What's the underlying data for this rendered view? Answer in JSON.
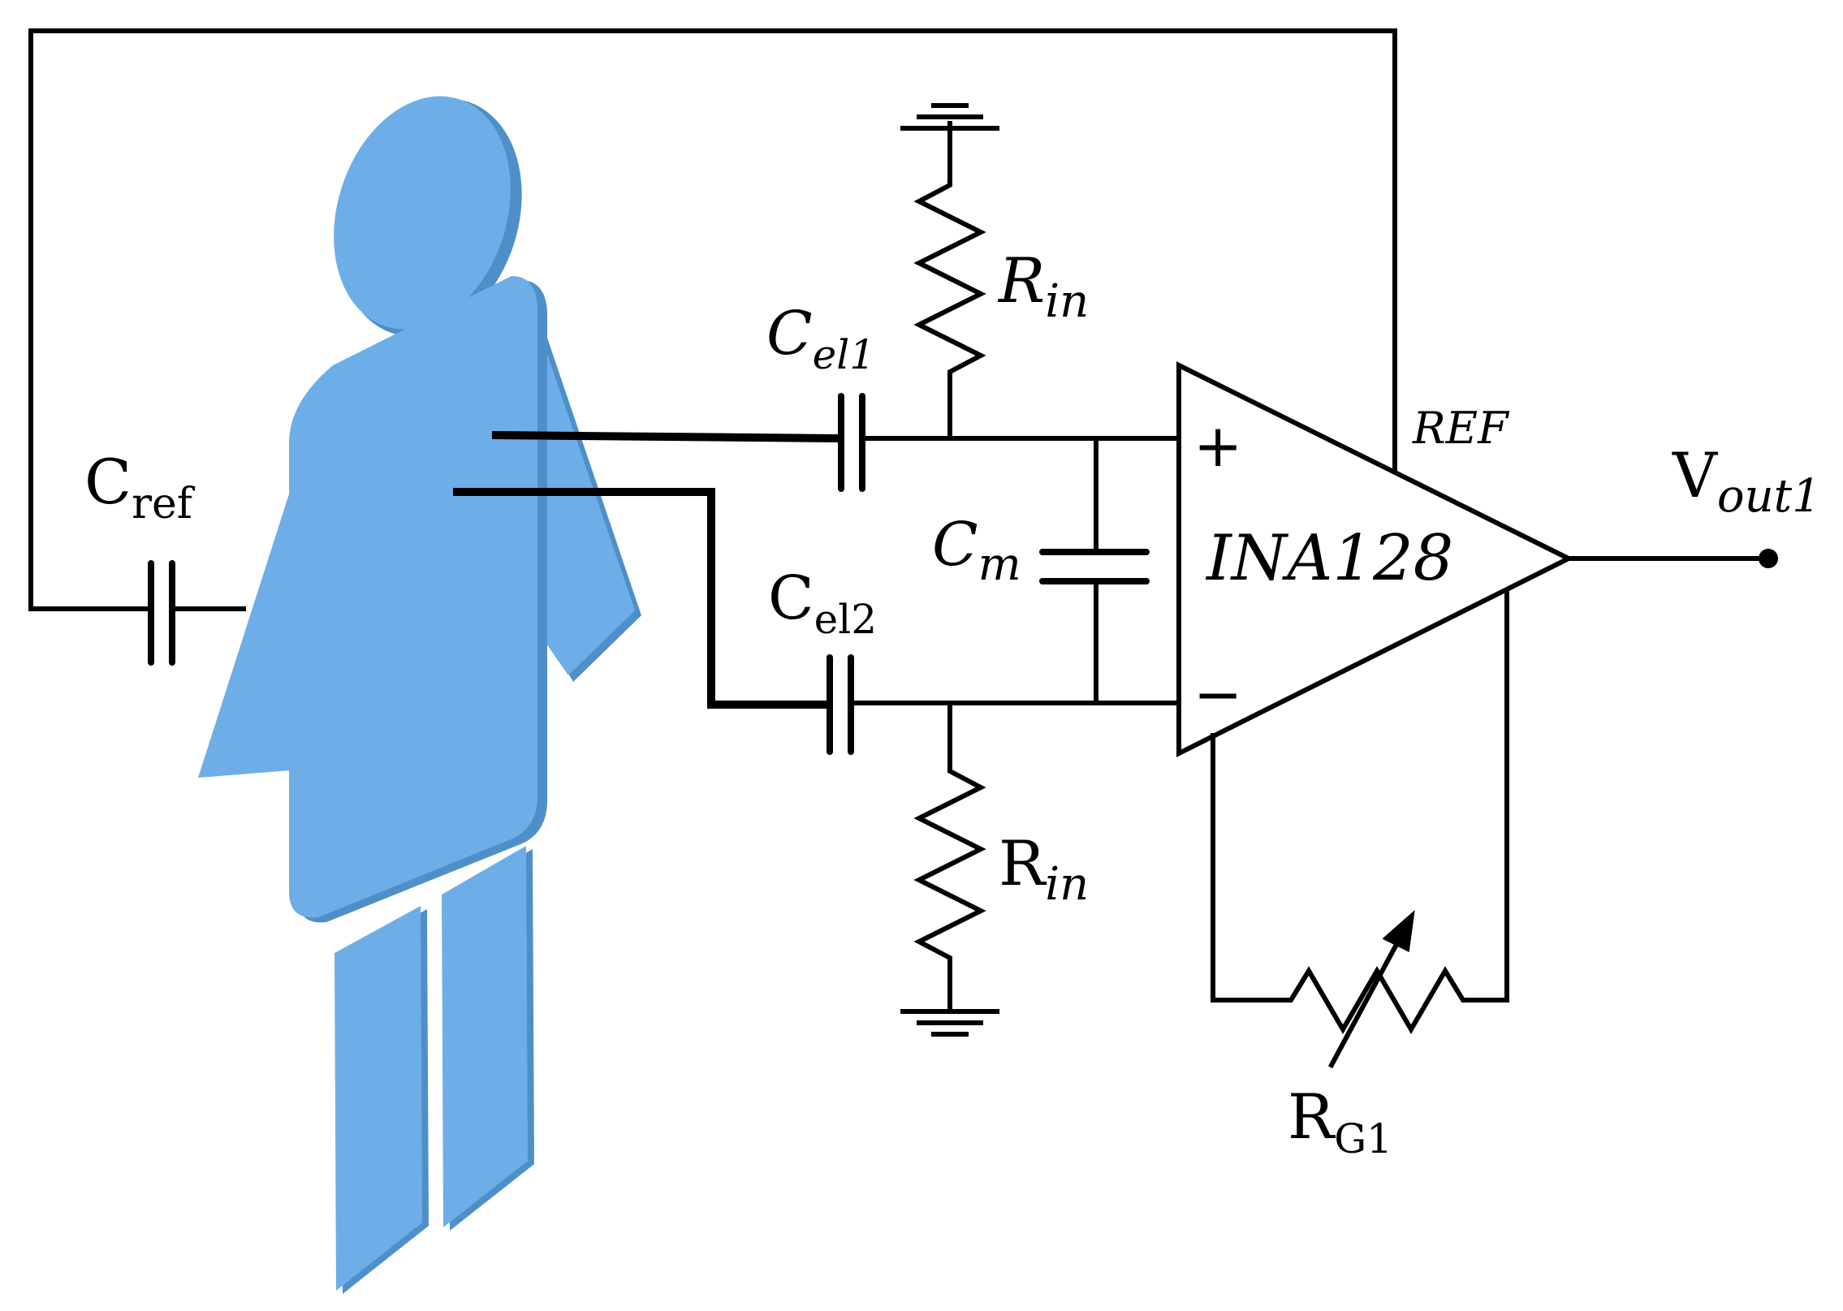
{
  "labels": {
    "c_ref": {
      "main": "C",
      "sub": "ref"
    },
    "c_el1": {
      "main": "C",
      "sub": "el1"
    },
    "c_el2": {
      "main": "C",
      "sub": "el2"
    },
    "r_in_top": {
      "main": "R",
      "sub": "in"
    },
    "r_in_bottom": {
      "main": "R",
      "sub": "in"
    },
    "c_m": {
      "main": "C",
      "sub": "m"
    },
    "r_g1": {
      "main": "R",
      "sub": "G1"
    },
    "v_out1": {
      "main": "V",
      "sub": "out1"
    },
    "ref_pin": "REF",
    "amplifier": "INA128",
    "plus_input": "+",
    "minus_input": "−"
  },
  "colors": {
    "body": "#6daee8",
    "body_shadow": "#4f8fc9",
    "wire": "#000000"
  }
}
